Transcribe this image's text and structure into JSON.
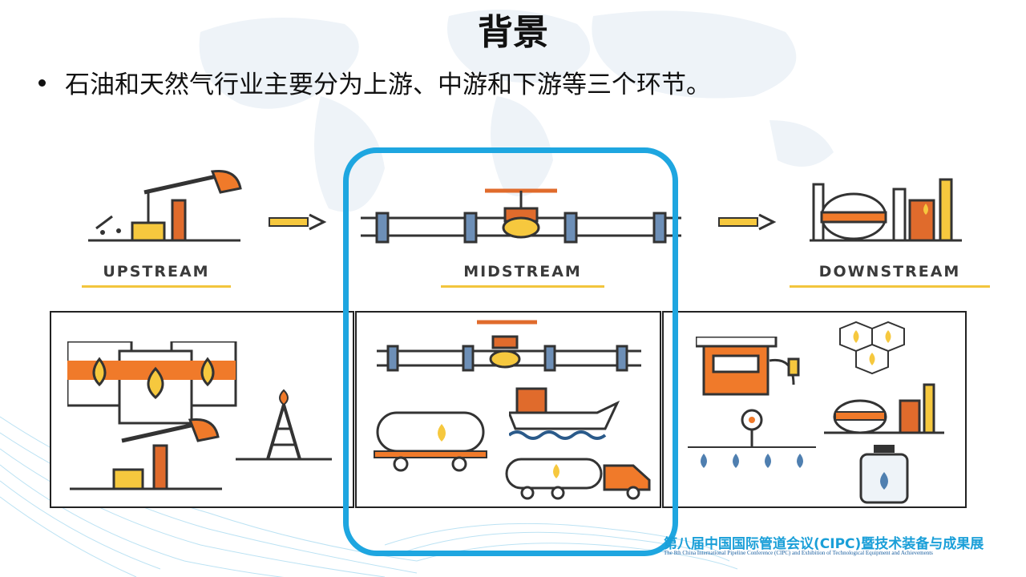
{
  "slide": {
    "title": "背景",
    "bullet": "石油和天然气行业主要分为上游、中游和下游等三个环节。"
  },
  "stages": {
    "upstream": "UPSTREAM",
    "midstream": "MIDSTREAM",
    "downstream": "DOWNSTREAM"
  },
  "footer": {
    "logo_cn": "第八届中国国际管道会议(CIPC)暨技术装备与成果展",
    "logo_en": "The 8th China International Pipeline Conference (CIPC) and Exhibition of Technological Equipment and Achievements"
  },
  "colors": {
    "highlight": "#1ea6e0",
    "orange": "#f07a2a",
    "yellow": "#f6c83e",
    "dark": "#3a3a3a"
  }
}
